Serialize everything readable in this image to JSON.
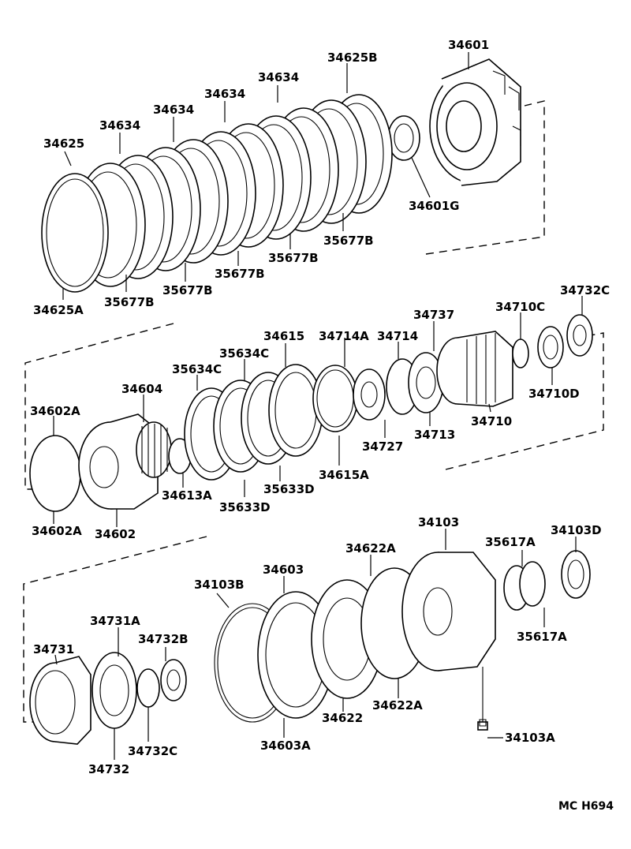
{
  "diagram_code": "MC  H694",
  "labels": {
    "p34601": "34601",
    "p34625B": "34625B",
    "p34634a": "34634",
    "p34634b": "34634",
    "p34634c": "34634",
    "p34634d": "34634",
    "p34625": "34625",
    "p34601G": "34601G",
    "p35677Ba": "35677B",
    "p35677Bb": "35677B",
    "p35677Bc": "35677B",
    "p35677Bd": "35677B",
    "p35677Be": "35677B",
    "p34625A": "34625A",
    "p34732C_top": "34732C",
    "p34737": "34737",
    "p34710C": "34710C",
    "p34615": "34615",
    "p34714A": "34714A",
    "p34714": "34714",
    "p35634Ca": "35634C",
    "p35634Cb": "35634C",
    "p34604": "34604",
    "p34602A_top": "34602A",
    "p34710D": "34710D",
    "p34713": "34713",
    "p34710": "34710",
    "p34727": "34727",
    "p34613A": "34613A",
    "p35633Da": "35633D",
    "p35633Db": "35633D",
    "p34615A": "34615A",
    "p34602A_bot": "34602A",
    "p34602": "34602",
    "p34103": "34103",
    "p34622A_top": "34622A",
    "p35617A_top": "35617A",
    "p34103D": "34103D",
    "p34603": "34603",
    "p34103B": "34103B",
    "p34731A": "34731A",
    "p34732B": "34732B",
    "p34731": "34731",
    "p35617A_bot": "35617A",
    "p34622": "34622",
    "p34622A_bot": "34622A",
    "p34103A": "34103A",
    "p34732C_bot": "34732C",
    "p34603A": "34603A",
    "p34732": "34732"
  }
}
